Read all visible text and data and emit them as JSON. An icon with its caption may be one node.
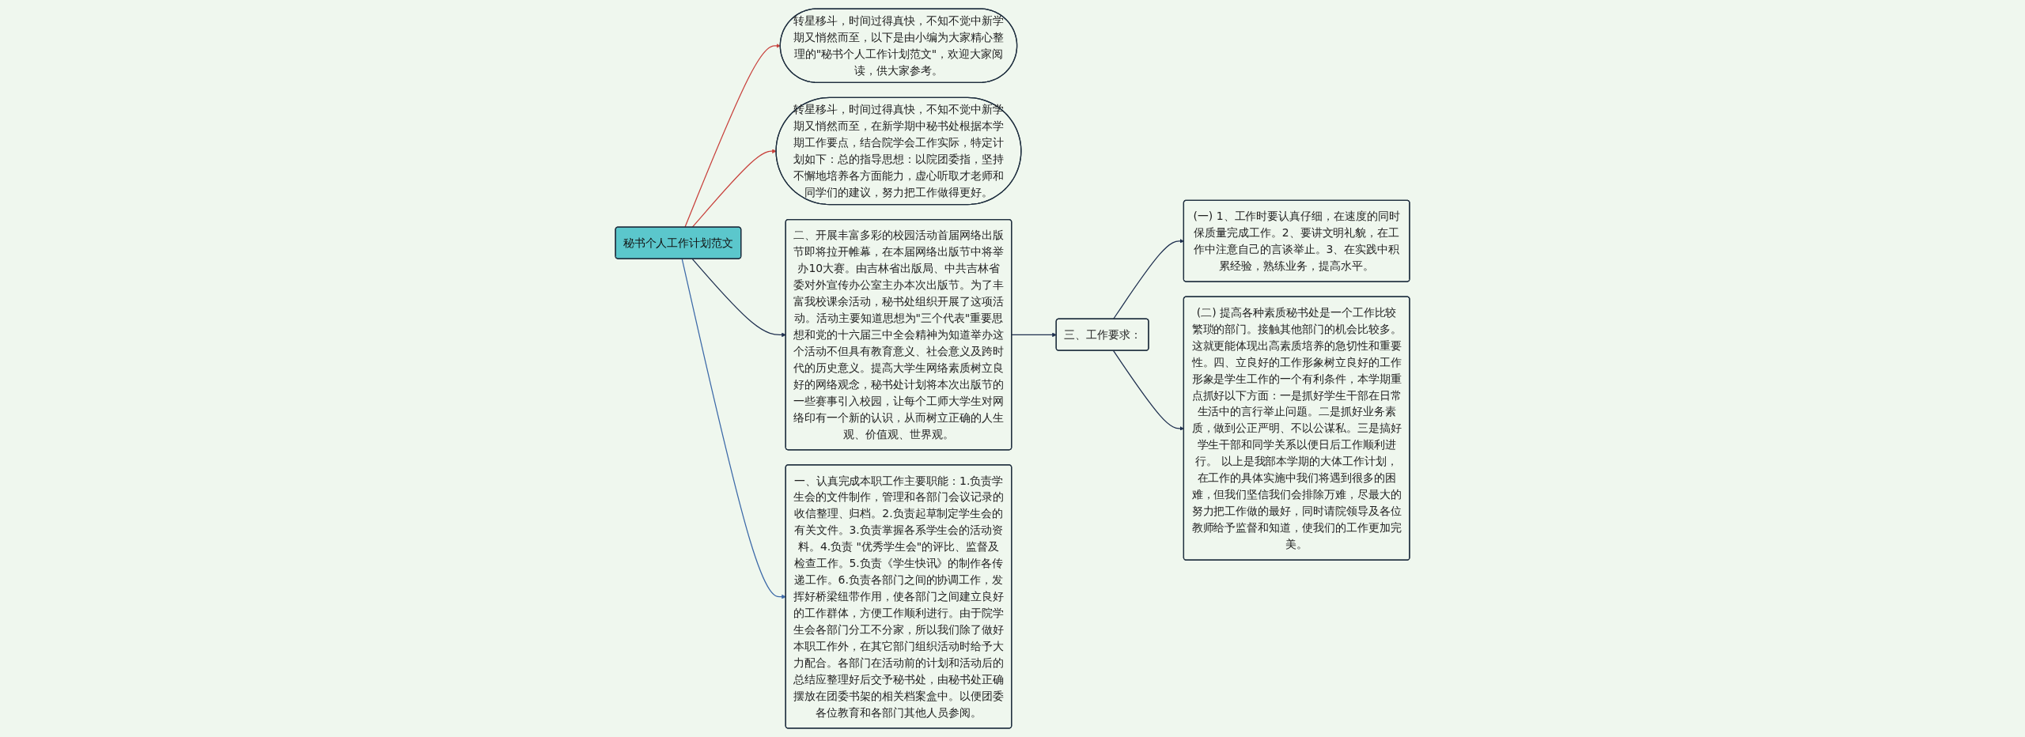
{
  "diagram": {
    "nodes": [
      {
        "text": [
          "秘书个人工作计划范文"
        ]
      },
      {
        "text": [
          "转星移斗，时间过得真快，不知不觉中新学期又悄然而至，以下是由小编为大家精心整理的\"秘书个人工作计划范文\"，欢迎大家阅读，供大家参考。"
        ]
      },
      {
        "text": [
          "转星移斗，时间过得真快，不知不觉中新学期又悄然而至，在新学期中秘书处根据本学期工作要点，结合院学会工作实际，特定计划如下：总的指导思想：以院团委指，坚持不懈地培养各方面能力，虚心听取才老师和同学们的建议，努力把工作做得更好。"
        ]
      },
      {
        "text": [
          "二、开展丰富多彩的校园活动首届网络出版节即将拉开帷幕，在本届网络出版节中将举办10大赛。由吉林省出版局、中共吉林省委对外宣传办公室主办本次出版节。为了丰富我校课余活动，秘书处组织开展了这项活动。活动主要知道思想为\"三个代表\"重要思想和党的十六届三中全会精神为知道举办这个活动不但具有教育意义、社会意义及跨时代的历史意义。提高大学生网络素质树立良好的网络观念，秘书处计划将本次出版节的一些赛事引入校园，让每个工师大学生对网络印有一个新的认识，从而树立正确的人生观、价值观、世界观。"
        ]
      },
      {
        "text": [
          "一、认真完成本职工作主要职能：1.负责学生会的文件制作，管理和各部门会议记录的收信整理、归档。2.负责起草制定学生会的有关文件。3.负责掌握各系学生会的活动资料。4.负责 \"优秀学生会\"的评比、监督及检查工作。5.负责《学生快讯》的制作各传递工作。6.负责各部门之间的协调工作，发挥好桥梁纽带作用，使各部门之间建立良好的工作群体，方便工作顺利进行。由于院学生会各部门分工不分家，所以我们除了做好本职工作外，在其它部门组织活动时给予大力配合。各部门在活动前的计划和活动后的总结应整理好后交予秘书处，由秘书处正确摆放在团委书架的相关档案盒中。以便团委各位教育和各部门其他人员参阅。"
        ]
      },
      {
        "text": [
          "三、工作要求："
        ]
      },
      {
        "text": [
          "(一) 1、工作时要认真仔细，在速度的同时保质量完成工作。2、要讲文明礼貌，在工作中注意自己的言谈举止。3、在实践中积累经验，熟练业务，提高水平。"
        ]
      },
      {
        "text": [
          "(二) 提高各种素质秘书处是一个工作比较繁琐的部门。接触其他部门的机会比较多。这就更能体现出高素质培养的急切性和重要性。四、立良好的工作形象树立良好的工作形象是学生工作的一个有利条件，本学期重点抓好以下方面：一是抓好学生干部在日常生活中的言行举止问题。二是抓好业务素质，做到公正严明、不以公谋私。三是搞好学生干部和同学关系以便日后工作顺利进行。 以上是我部本学期的大体工作计划，在工作的具体实施中我们将遇到很多的困难，但我们坚信我们会排除万难，尽最大的努力把工作做的最好，同时请院领导及各位教师给予监督和知道，使我们的工作更加完美。"
        ]
      }
    ],
    "edges": [
      {
        "from": 0,
        "to": 1,
        "arrow": "to",
        "color": "#c8413c"
      },
      {
        "from": 0,
        "to": 2,
        "arrow": "to",
        "color": "#c8413c"
      },
      {
        "from": 0,
        "to": 3,
        "arrow": "to"
      },
      {
        "from": 0,
        "to": 4,
        "arrow": "to",
        "color": "#3d6aa8"
      },
      {
        "from": 3,
        "to": 5,
        "arrow": "to"
      },
      {
        "from": 5,
        "to": 6,
        "arrow": "to"
      },
      {
        "from": 5,
        "to": 7,
        "arrow": "to"
      }
    ]
  }
}
